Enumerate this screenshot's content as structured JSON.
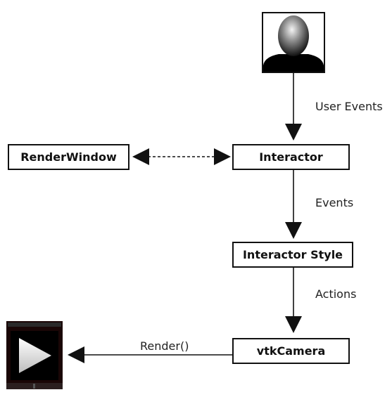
{
  "nodes": {
    "user": {
      "icon": "user-silhouette-icon"
    },
    "interactor": {
      "label": "Interactor"
    },
    "render_window": {
      "label": "RenderWindow"
    },
    "interactor_style": {
      "label": "Interactor Style"
    },
    "camera": {
      "label": "vtkCamera"
    },
    "display": {
      "icon": "play-frame-icon"
    }
  },
  "edges": {
    "user_to_interactor": "User Events",
    "interactor_to_style": "Events",
    "style_to_camera": "Actions",
    "camera_to_display": "Render()"
  }
}
